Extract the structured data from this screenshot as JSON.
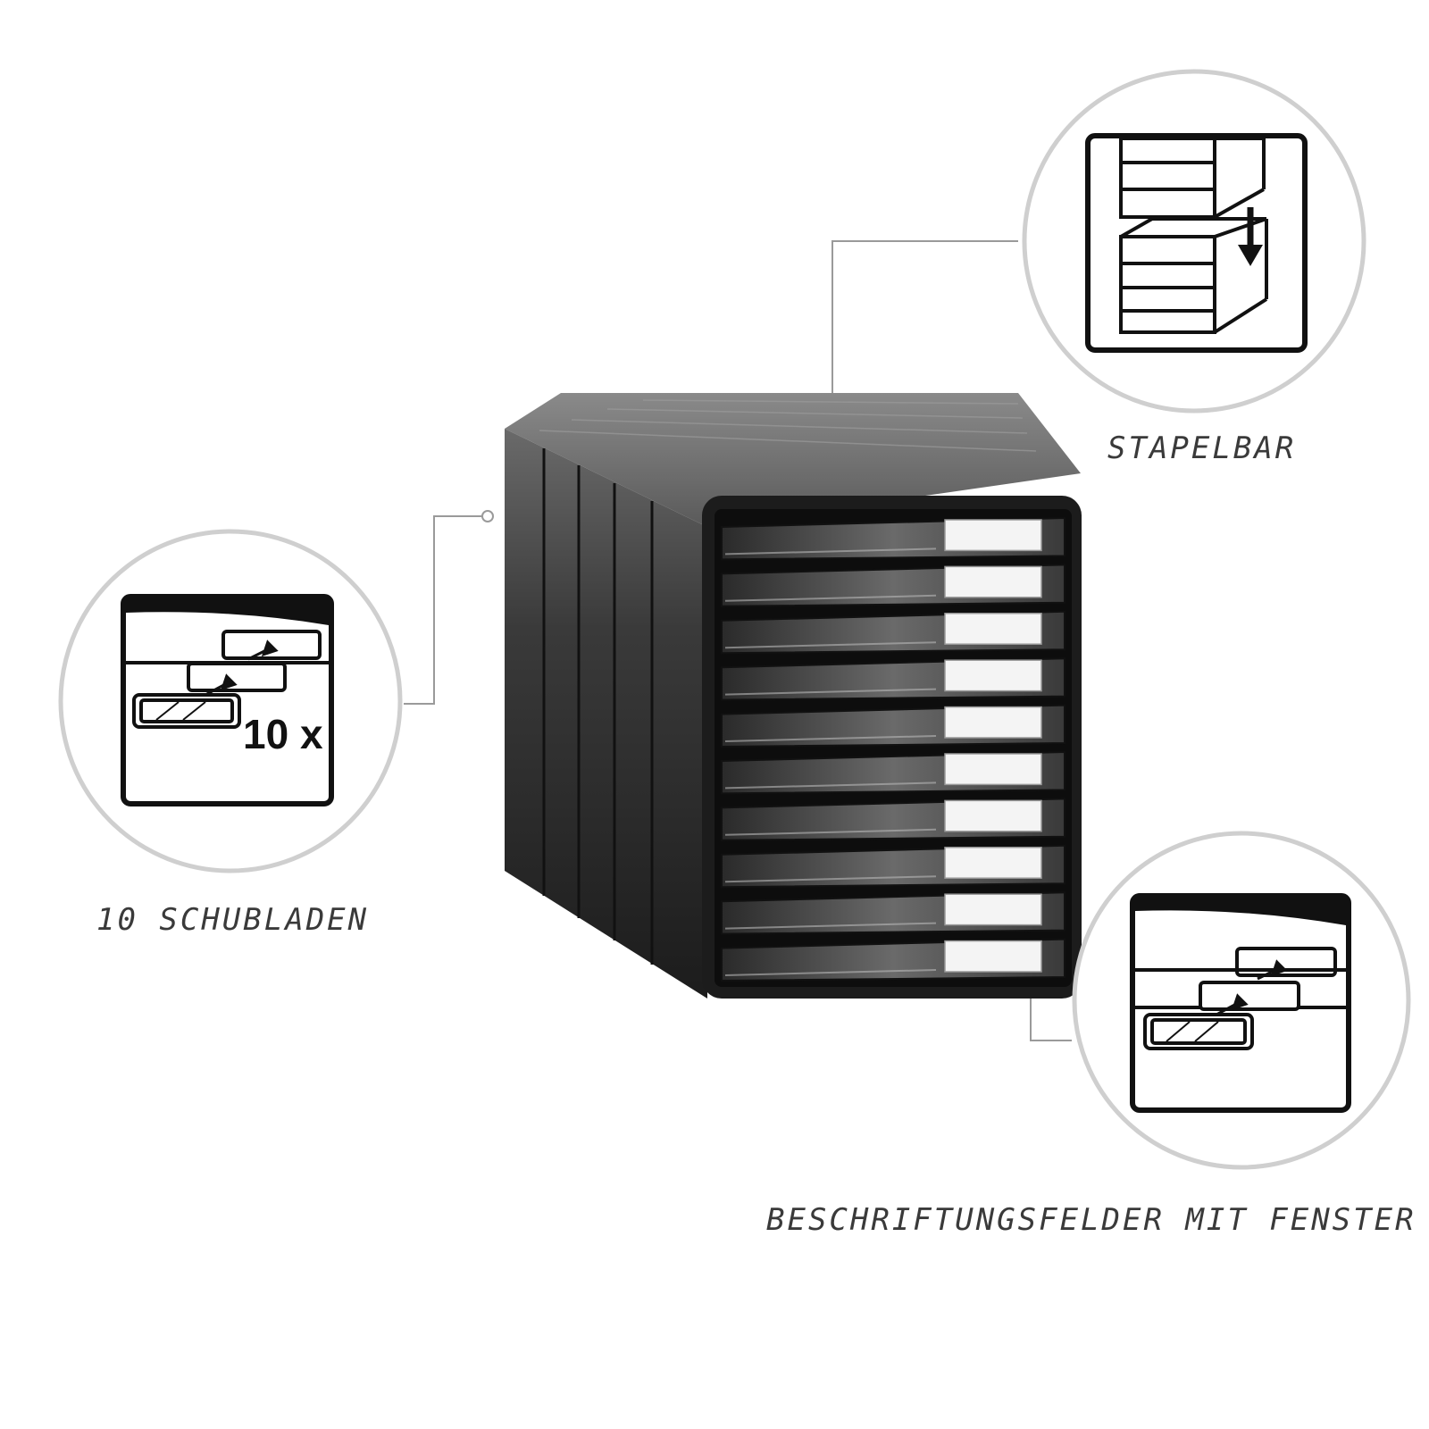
{
  "callouts": {
    "stackable": {
      "caption": "STAPELBAR",
      "icon": "stacking-arrow-icon"
    },
    "drawers": {
      "caption": "10 SCHUBLADEN",
      "count_label": "10 x",
      "icon": "label-insert-icon"
    },
    "label_windows": {
      "caption": "BESCHRIFTUNGSFELDER MIT FENSTER",
      "icon": "label-window-icon"
    }
  },
  "product": {
    "drawer_count": 10,
    "body_color": "#2b2b2b",
    "label_color": "#f4f4f4"
  },
  "colors": {
    "circle_stroke": "#cfcfcf",
    "leader_line": "#9a9a9a",
    "icon_ink": "#111111"
  }
}
